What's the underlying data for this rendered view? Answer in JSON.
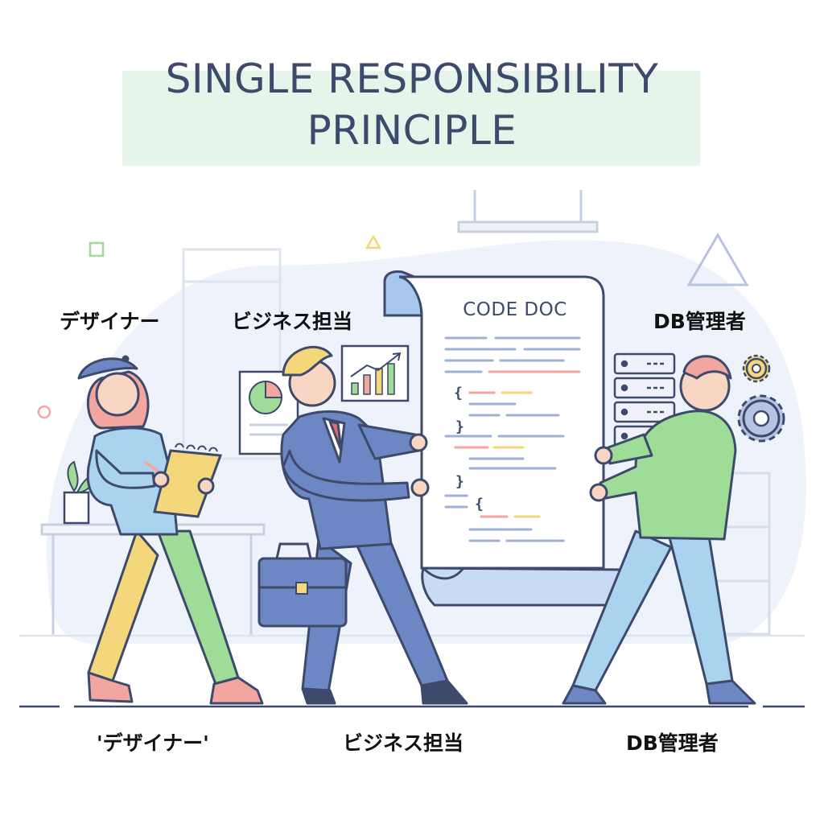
{
  "title": {
    "line1": "SINGLE RESPONSIBILITY",
    "line2": "PRINCIPLE"
  },
  "document": {
    "title": "CODE DOC",
    "braces": [
      "{",
      "}",
      "}",
      "{"
    ]
  },
  "actors": {
    "designer": {
      "label_top": "デザイナー",
      "label_bottom": "'デザイナー'"
    },
    "business": {
      "label_top": "ビジネス担当",
      "label_bottom": "ビジネス担当"
    },
    "dba": {
      "label_top": "DB管理者",
      "label_bottom": "DB管理者"
    }
  },
  "colors": {
    "outline": "#3d4a6b",
    "title_band": "#e6f5ea",
    "suit": "#6d86c4",
    "designer_shirt": "#a9d3ef",
    "dba_shirt": "#9edc98",
    "notepad": "#f4d77a",
    "bg_blob": "#eef3fb"
  },
  "icons": [
    "pie-chart-icon",
    "bar-chart-icon",
    "server-rack-icon",
    "gear-icon",
    "briefcase-icon",
    "notepad-icon",
    "plant-icon"
  ]
}
